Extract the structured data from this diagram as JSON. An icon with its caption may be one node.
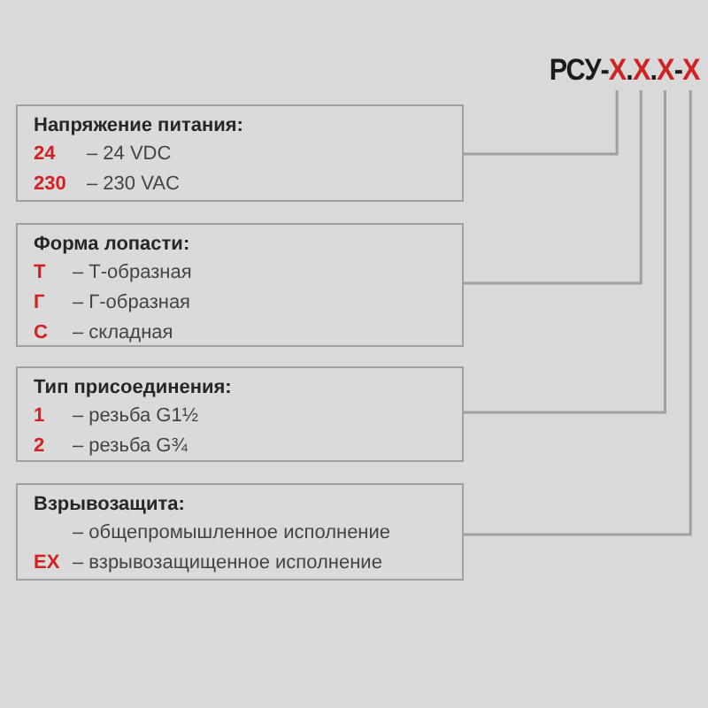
{
  "diagram": {
    "nodes": [
      {
        "text": [
          "X"
        ]
      },
      {
        "text": [
          "X"
        ]
      },
      {
        "text": [
          "X"
        ]
      },
      {
        "text": [
          "X"
        ]
      },
      {
        "text": [
          "Напряжение питания:",
          "24",
          "– 24 VDC",
          "230",
          "– 230 VAC"
        ]
      },
      {
        "text": [
          "Форма лопасти:",
          "Т",
          "– Т-образная",
          "Г",
          "– Г-образная",
          "С",
          "– складная"
        ]
      },
      {
        "text": [
          "Тип присоединения:",
          "1",
          "– резьба G1½",
          "2",
          "– резьба G¾"
        ]
      },
      {
        "text": [
          "Взрывозащита:",
          "– общепромышленное исполнение",
          "EX",
          "– взрывозащищенное исполнение"
        ]
      }
    ],
    "edges": [
      {
        "from": 4,
        "to": 0,
        "arrow": "none"
      },
      {
        "from": 5,
        "to": 1,
        "arrow": "none"
      },
      {
        "from": 6,
        "to": 2,
        "arrow": "none"
      },
      {
        "from": 7,
        "to": 3,
        "arrow": "none"
      }
    ],
    "labels": [
      "РСУ-",
      ".",
      ".",
      "-"
    ]
  }
}
